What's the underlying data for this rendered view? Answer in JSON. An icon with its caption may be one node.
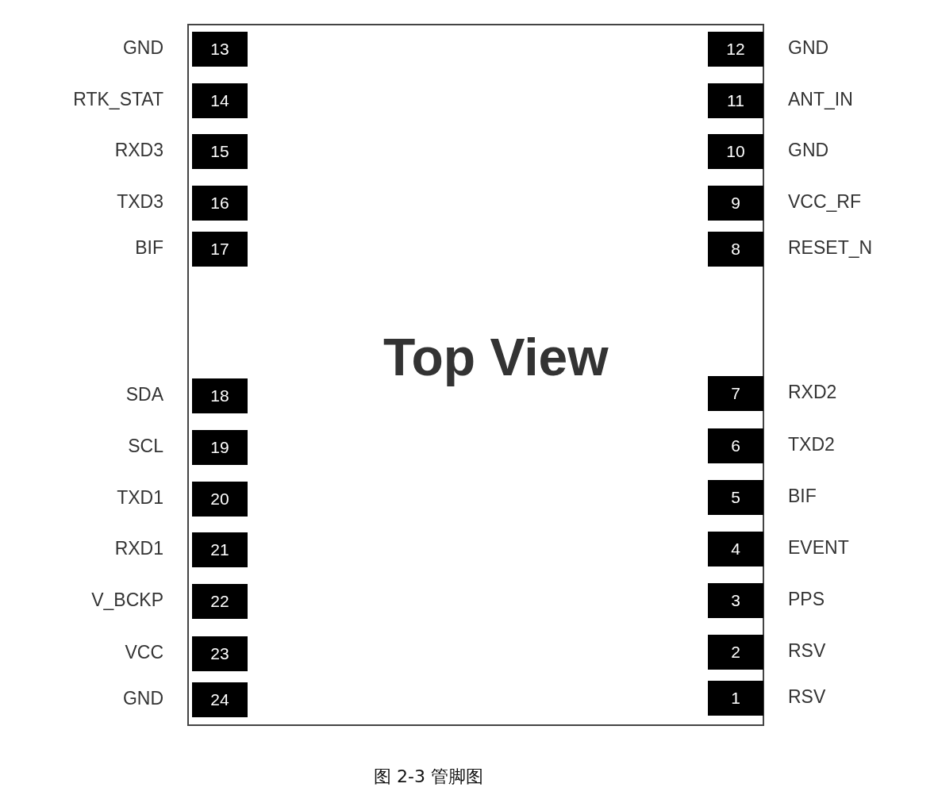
{
  "diagram": {
    "caption": "图 2-3 管脚图",
    "nodes": [
      {
        "text": [
          "Top View"
        ]
      },
      {
        "text": [
          "13"
        ],
        "in": 0,
        "beside": [
          "GND"
        ]
      },
      {
        "text": [
          "12"
        ],
        "in": 0,
        "beside": [
          "GND"
        ]
      },
      {
        "text": [
          "14"
        ],
        "in": 0,
        "beside": [
          "RTK_STAT"
        ]
      },
      {
        "text": [
          "11"
        ],
        "in": 0,
        "beside": [
          "ANT_IN"
        ]
      },
      {
        "text": [
          "15"
        ],
        "in": 0,
        "beside": [
          "RXD3"
        ]
      },
      {
        "text": [
          "10"
        ],
        "in": 0,
        "beside": [
          "GND"
        ]
      },
      {
        "text": [
          "16"
        ],
        "in": 0,
        "beside": [
          "TXD3"
        ]
      },
      {
        "text": [
          "9"
        ],
        "in": 0,
        "beside": [
          "VCC_RF"
        ]
      },
      {
        "text": [
          "17"
        ],
        "in": 0,
        "beside": [
          "BIF"
        ]
      },
      {
        "text": [
          "8"
        ],
        "in": 0,
        "beside": [
          "RESET_N"
        ]
      },
      {
        "text": [
          "18"
        ],
        "in": 0,
        "beside": [
          "SDA"
        ]
      },
      {
        "text": [
          "7"
        ],
        "in": 0,
        "beside": [
          "RXD2"
        ]
      },
      {
        "text": [
          "19"
        ],
        "in": 0,
        "beside": [
          "SCL"
        ]
      },
      {
        "text": [
          "6"
        ],
        "in": 0,
        "beside": [
          "TXD2"
        ]
      },
      {
        "text": [
          "20"
        ],
        "in": 0,
        "beside": [
          "TXD1"
        ]
      },
      {
        "text": [
          "5"
        ],
        "in": 0,
        "beside": [
          "BIF"
        ]
      },
      {
        "text": [
          "21"
        ],
        "in": 0,
        "beside": [
          "RXD1"
        ]
      },
      {
        "text": [
          "4"
        ],
        "in": 0,
        "beside": [
          "EVENT"
        ]
      },
      {
        "text": [
          "22"
        ],
        "in": 0,
        "beside": [
          "V_BCKP"
        ]
      },
      {
        "text": [
          "3"
        ],
        "in": 0,
        "beside": [
          "PPS"
        ]
      },
      {
        "text": [
          "23"
        ],
        "in": 0,
        "beside": [
          "VCC"
        ]
      },
      {
        "text": [
          "2"
        ],
        "in": 0,
        "beside": [
          "RSV"
        ]
      },
      {
        "text": [
          "24"
        ],
        "in": 0,
        "beside": [
          "GND"
        ]
      },
      {
        "text": [
          "1"
        ],
        "in": 0,
        "beside": [
          "RSV"
        ]
      }
    ],
    "edges": []
  }
}
